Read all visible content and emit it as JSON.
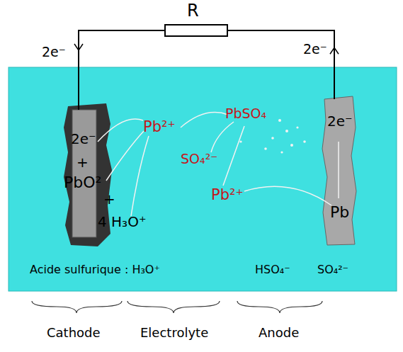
{
  "diagram": {
    "nodes": [
      {
        "text": [
          "R"
        ]
      },
      {
        "text": [
          "2e⁻"
        ]
      },
      {
        "text": [
          "2e⁻",
          "Pb"
        ]
      }
    ],
    "edges": [
      {
        "from": 2,
        "to": 0,
        "arrow": "to",
        "label": "2e⁻"
      },
      {
        "from": 0,
        "to": 1,
        "arrow": "to",
        "label": "2e⁻"
      }
    ],
    "labels": [
      "+",
      "PbO²",
      "+",
      "4 H₃O⁺",
      "Pb²⁺",
      "PbSO₄",
      "SO₄²⁻",
      "Pb²⁺",
      "Acide sulfurique : H₃O⁺",
      "HSO₄⁻",
      "SO₄²⁻",
      "Cathode",
      "Electrolyte",
      "Anode"
    ]
  }
}
